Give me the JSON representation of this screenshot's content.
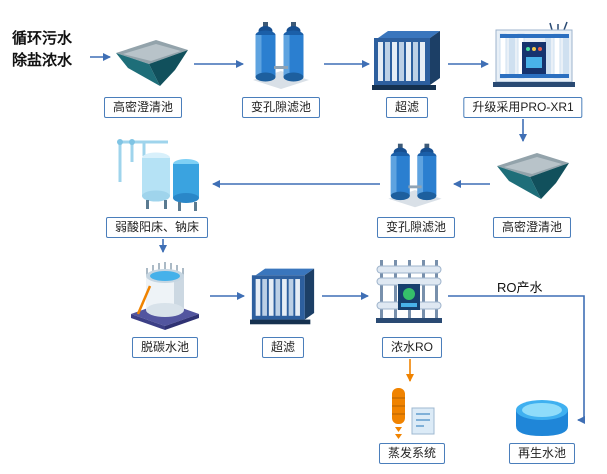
{
  "diagram": {
    "source": {
      "line1": "循环污水",
      "line2": "除盐浓水"
    },
    "nodes": {
      "clarifier1": "高密澄清池",
      "pore_filter1": "变孔隙滤池",
      "uf1": "超滤",
      "pro_xr1": "升级采用PRO-XR1",
      "weak_acid_bed": "弱酸阳床、钠床",
      "pore_filter2": "变孔隙滤池",
      "clarifier2": "高密澄清池",
      "decarb_pool": "脱碳水池",
      "uf2": "超滤",
      "conc_ro": "浓水RO",
      "evaporation": "蒸发系统",
      "reclaimed_pool": "再生水池"
    },
    "flow_labels": {
      "ro_product": "RO产水"
    },
    "colors": {
      "arrow": "#3f6fb5",
      "arrow_hot": "#f08300",
      "label_border": "#4a7ebb",
      "text": "#222222"
    }
  }
}
